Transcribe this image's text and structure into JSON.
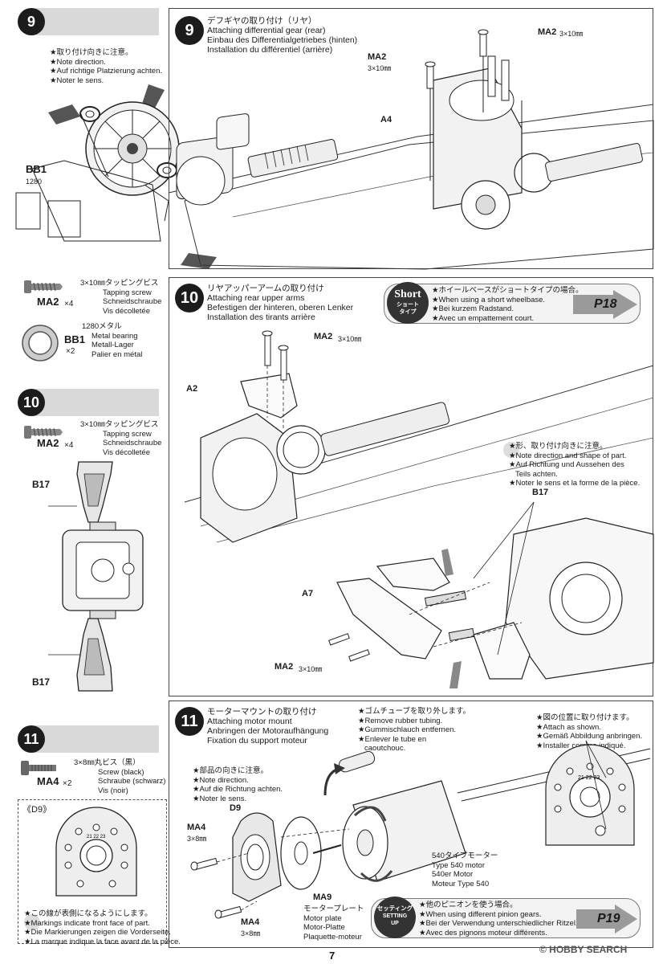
{
  "page_number": "7",
  "footer_right": "© HOBBY SEARCH",
  "side_steps": {
    "step9": {
      "number": "9",
      "notes": [
        "★取り付け向きに注意。",
        "★Note direction.",
        "★Auf richtige Platzierung achten.",
        "★Noter le sens."
      ],
      "part_label": "BB1",
      "part_sub": "1280"
    },
    "step10": {
      "number": "10",
      "part_label_top": "B17",
      "part_label_bottom": "B17"
    },
    "step11": {
      "number": "11",
      "d9_label": "《D9》",
      "notes": [
        "★この線が表側になるようにします。",
        "★Markings indicate front face of part.",
        "★Die Markierungen zeigen die Vorderseite.",
        "★La marque indique la face avant de la pièce."
      ]
    }
  },
  "parts_lists": {
    "ma2_a": {
      "code": "MA2",
      "qty": "×4",
      "desc": [
        "3×10㎜タッピングビス",
        "Tapping screw",
        "Schneidschraube",
        "Vis décolletée"
      ]
    },
    "bb1": {
      "code": "BB1",
      "qty": "×2",
      "desc": [
        "1280メタル",
        "Metal bearing",
        "Metall-Lager",
        "Palier en métal"
      ]
    },
    "ma2_b": {
      "code": "MA2",
      "qty": "×4",
      "desc": [
        "3×10㎜タッピングビス",
        "Tapping screw",
        "Schneidschraube",
        "Vis décolletée"
      ]
    },
    "ma4": {
      "code": "MA4",
      "qty": "×2",
      "desc": [
        "3×8㎜丸ビス（黒）",
        "Screw (black)",
        "Schraube (schwarz)",
        "Vis (noir)"
      ]
    }
  },
  "step9": {
    "number": "9",
    "title": [
      "デフギヤの取り付け（リヤ）",
      "Attaching differential gear (rear)",
      "Einbau des Differentialgetriebes (hinten)",
      "Installation du différentiel (arrière)"
    ],
    "labels": {
      "ma2_top": "MA2",
      "ma2_top_size": "3×10㎜",
      "ma2_left": "MA2",
      "ma2_left_size": "3×10㎜",
      "a4": "A4"
    }
  },
  "step10": {
    "number": "10",
    "title": [
      "リヤアッパーアームの取り付け",
      "Attaching rear upper arms",
      "Befestigen der hinteren, oberen Lenker",
      "Installation des tirants arrière"
    ],
    "short_badge": {
      "main": "Short",
      "sub1": "ショート",
      "sub2": "タイプ"
    },
    "short_notes": [
      "★ホイールベースがショートタイプの場合。",
      "★When using a short wheelbase.",
      "★Bei kurzem Radstand.",
      "★Avec un empattement court."
    ],
    "short_page": "P18",
    "labels": {
      "ma2_top": "MA2",
      "ma2_top_size": "3×10㎜",
      "a2": "A2",
      "a7": "A7",
      "b17": "B17",
      "ma2_bottom": "MA2",
      "ma2_bottom_size": "3×10㎜"
    },
    "shape_notes": [
      "★形、取り付け向きに注意。",
      "★Note direction and shape of part.",
      "★Auf Richtung und Aussehen des",
      "Teils achten.",
      "★Noter le sens et la forme de la pièce."
    ]
  },
  "step11": {
    "number": "11",
    "title": [
      "モーターマウントの取り付け",
      "Attaching motor mount",
      "Anbringen der Motoraufhängung",
      "Fixation du support moteur"
    ],
    "tube_notes": [
      "★ゴムチューブを取り外します。",
      "★Remove rubber tubing.",
      "★Gummischlauch entfernen.",
      "★Enlever le tube en",
      "caoutchouc."
    ],
    "direction_notes": [
      "★部品の向きに注意。",
      "★Note direction.",
      "★Auf die Richtung achten.",
      "★Noter le sens."
    ],
    "position_notes": [
      "★図の位置に取り付けます。",
      "★Attach as shown.",
      "★Gemäß Abbildung anbringen.",
      "★Installer comme indiqué."
    ],
    "labels": {
      "d9": "D9",
      "ma4_top": "MA4",
      "ma4_top_size": "3×8㎜",
      "ma4_bottom": "MA4",
      "ma4_bottom_size": "3×8㎜",
      "ma9": "MA9"
    },
    "motor_plate": [
      "モータープレート",
      "Motor plate",
      "Motor-Platte",
      "Plaquette-moteur"
    ],
    "motor": [
      "540タイプモーター",
      "Type 540 motor",
      "540er Motor",
      "Moteur Type 540"
    ],
    "setting_badge": {
      "line1": "セッティング",
      "line2": "SETTING",
      "line3": "UP"
    },
    "setting_notes": [
      "★他のピニオンを使う場合。",
      "★When using different pinion gears.",
      "★Bei der Verwendung unterschiedlicher Ritzel.",
      "★Avec des pignons moteur différents."
    ],
    "setting_page": "P19"
  },
  "colors": {
    "accent_dark": "#1c1c1c",
    "tag_gray": "#d9d9d9",
    "line": "#333333"
  }
}
